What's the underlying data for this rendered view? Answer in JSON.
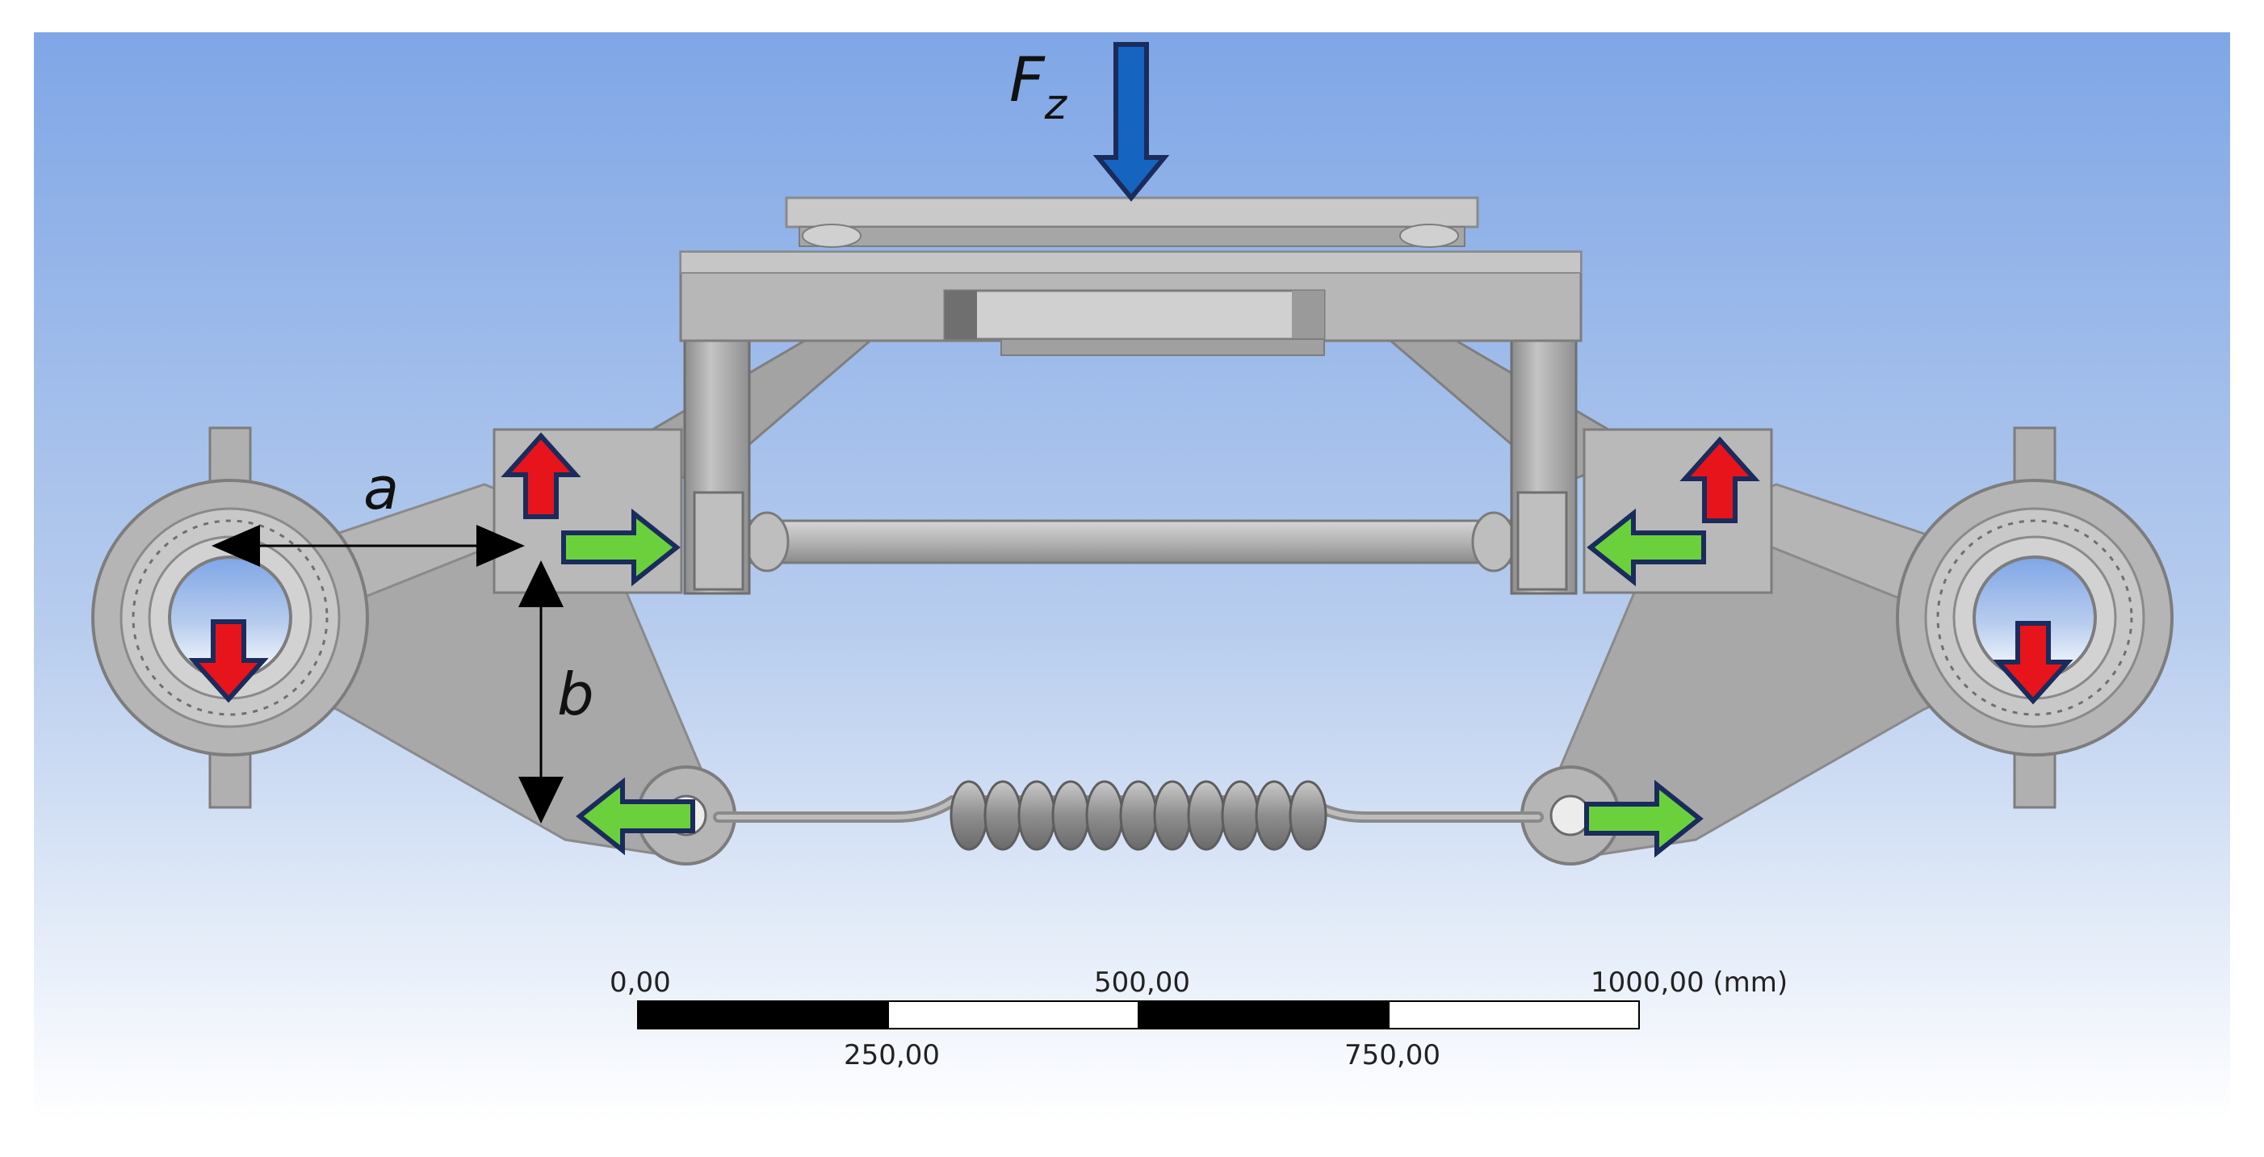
{
  "labels": {
    "force": "F",
    "force_subscript": "z",
    "dim_a": "a",
    "dim_b": "b"
  },
  "scale_bar": {
    "ticks_top": [
      "0,00",
      "500,00",
      "1000,00 (mm)"
    ],
    "ticks_bottom": [
      "250,00",
      "750,00"
    ]
  },
  "colors": {
    "sky_top": "#7FA6E6",
    "sky_bottom": "#FFFFFF",
    "part_gray": "#A9A9A9",
    "part_light": "#C8C8C8",
    "part_dark": "#7D7D7D",
    "force_arrow": "#1565C0",
    "vertical_reaction_arrow": "#E8141B",
    "horizontal_reaction_arrow": "#6AD13C",
    "arrow_outline": "#1A2B5C",
    "dimension_arrow": "#000000"
  },
  "icons": {
    "down_arrow": "force-down-arrow-icon",
    "up_arrow": "reaction-up-arrow-icon",
    "right_arrow": "reaction-right-arrow-icon",
    "left_arrow": "reaction-left-arrow-icon"
  }
}
